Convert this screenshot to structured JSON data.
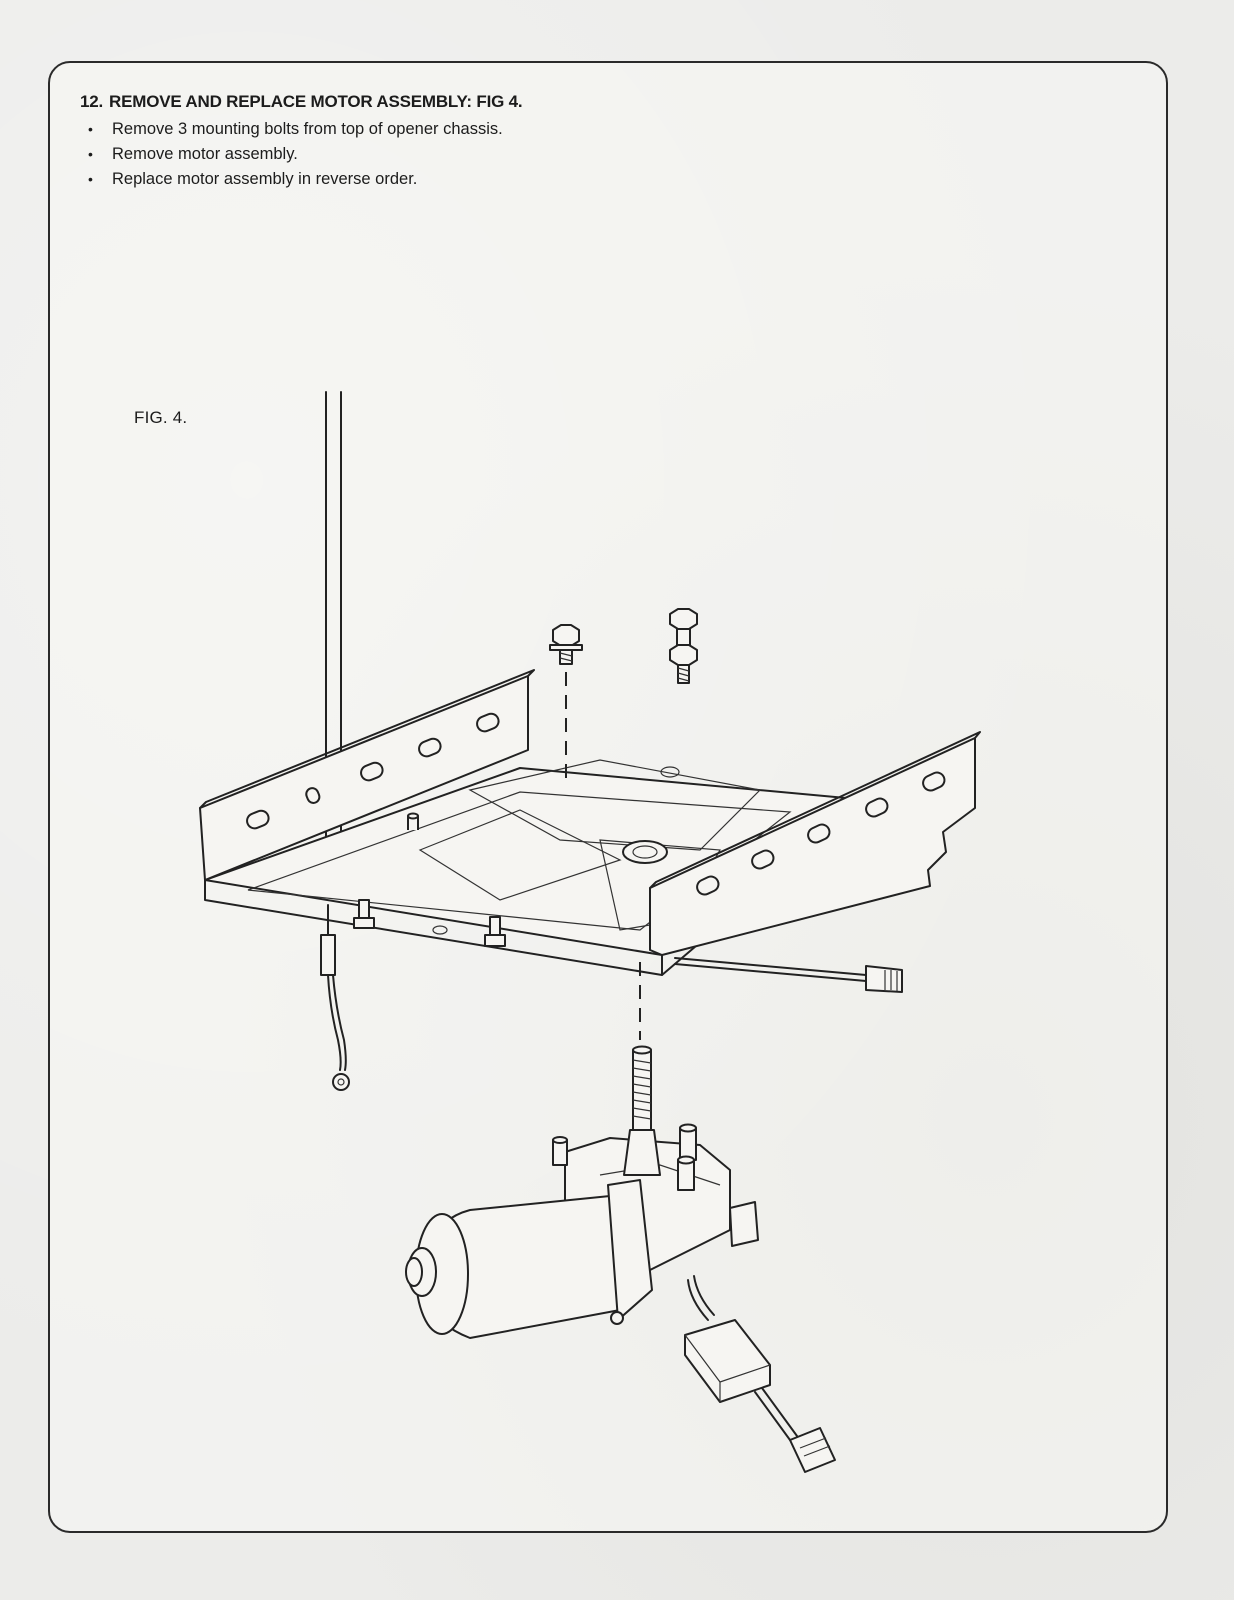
{
  "step": {
    "number": "12.",
    "title": "REMOVE AND REPLACE MOTOR ASSEMBLY: FIG 4.",
    "bullets": [
      "Remove 3 mounting bolts from top of opener chassis.",
      "Remove motor assembly.",
      "Replace motor assembly in reverse order."
    ],
    "bullet_symbol": "•"
  },
  "figure": {
    "label": "FIG. 4.",
    "parts": [
      "mounting-bolt",
      "opener-chassis",
      "rail-tube",
      "ground-wire",
      "wire-harness-connector",
      "motor-assembly",
      "motor-connector"
    ]
  }
}
